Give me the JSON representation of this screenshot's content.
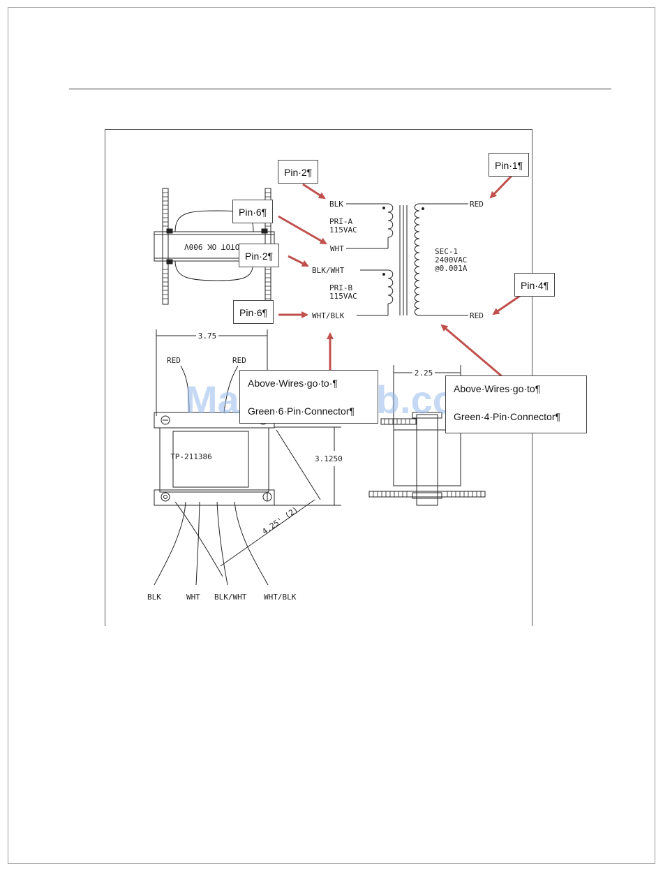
{
  "callouts": {
    "pin2_top": "Pin·2¶",
    "pin1": "Pin·1¶",
    "pin6_top": "Pin·6¶",
    "pin2_mid": "Pin·2¶",
    "pin4": "Pin·4¶",
    "pin6_bottom": "Pin·6¶",
    "note6_line1": "Above·Wires·go·to·¶",
    "note6_line2": "Green·6·Pin·Connector¶",
    "note4_line1": "Above·Wires·go·to¶",
    "note4_line2": "Green·4·Pin·Connector¶"
  },
  "schematic": {
    "pri_a_top_wire": "BLK",
    "pri_a_name": "PRI-A",
    "pri_a_voltage": "115VAC",
    "pri_a_bottom_wire": "WHT",
    "pri_b_top_wire": "BLK/WHT",
    "pri_b_name": "PRI-B",
    "pri_b_voltage": "115VAC",
    "pri_b_bottom_wire": "WHT/BLK",
    "sec_top_wire": "RED",
    "sec_bottom_wire": "RED",
    "sec_name": "SEC-1",
    "sec_voltage": "2400VAC",
    "sec_current": "@0.001A"
  },
  "mechanical": {
    "side_label": "HOTOT OK 900V",
    "width_dim": "3.75",
    "height_dim": "3.1250",
    "depth_dim": "2.25",
    "mount_dim": "4.25' (2)",
    "part_number": "TP-211386",
    "lead_red_left": "RED",
    "lead_red_right": "RED",
    "lead_blk": "BLK",
    "lead_wht": "WHT",
    "lead_blkwht": "BLK/WHT",
    "lead_whtblk": "WHT/BLK"
  },
  "watermark": "ManualsLib.com",
  "colors": {
    "arrow": "#c0504d",
    "line": "#222222",
    "watermark": "#96b9eb"
  }
}
